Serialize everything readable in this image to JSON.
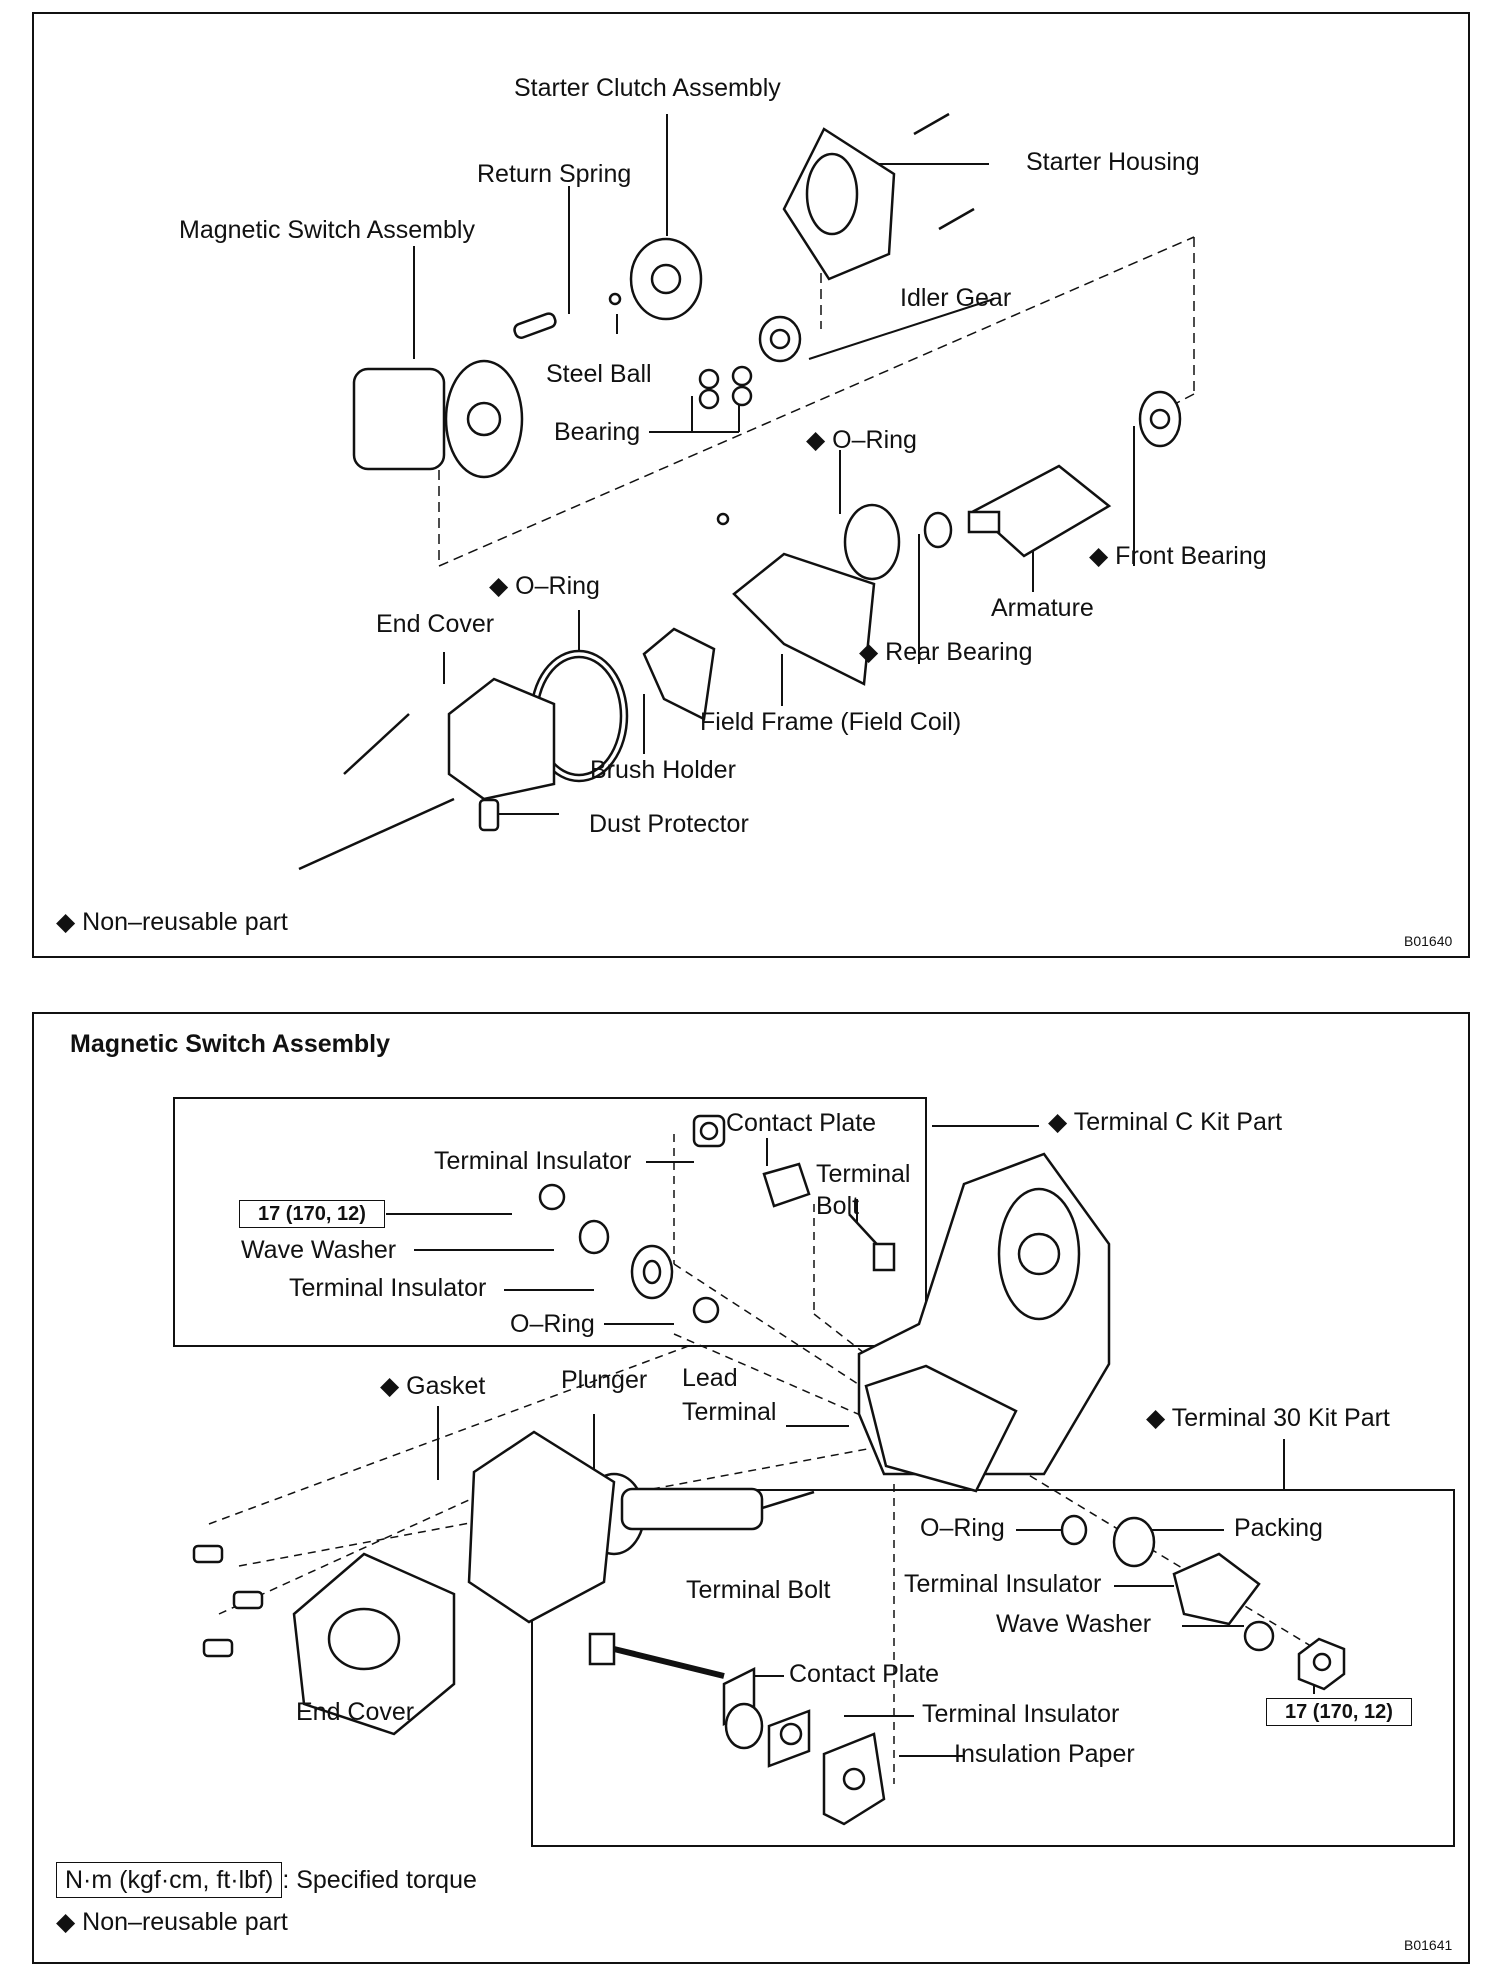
{
  "diagram1": {
    "code": "B01640",
    "labels": {
      "starter_clutch_assembly": "Starter Clutch Assembly",
      "return_spring": "Return Spring",
      "magnetic_switch_assembly": "Magnetic Switch Assembly",
      "starter_housing": "Starter Housing",
      "idler_gear": "Idler Gear",
      "steel_ball": "Steel Ball",
      "bearing": "Bearing",
      "o_ring_top": "O–Ring",
      "front_bearing": "Front Bearing",
      "armature": "Armature",
      "o_ring_left": "O–Ring",
      "end_cover": "End Cover",
      "rear_bearing": "Rear Bearing",
      "field_frame": "Field Frame (Field Coil)",
      "brush_holder": "Brush Holder",
      "dust_protector": "Dust Protector"
    },
    "legend": "Non–reusable part"
  },
  "diagram2": {
    "code": "B01641",
    "title": "Magnetic Switch Assembly",
    "labels": {
      "contact_plate_top": "Contact Plate",
      "terminal_c_kit": "Terminal C Kit Part",
      "terminal_insulator_1": "Terminal Insulator",
      "terminal_bolt_top_1": "Terminal",
      "terminal_bolt_top_2": "Bolt",
      "torque_top": "17 (170, 12)",
      "wave_washer_top": "Wave Washer",
      "terminal_insulator_2": "Terminal Insulator",
      "o_ring_top": "O–Ring",
      "gasket": "Gasket",
      "plunger": "Plunger",
      "lead_terminal_1": "Lead",
      "lead_terminal_2": "Terminal",
      "terminal_30_kit": "Terminal 30 Kit Part",
      "o_ring_right": "O–Ring",
      "packing": "Packing",
      "terminal_bolt_bottom": "Terminal Bolt",
      "terminal_insulator_3": "Terminal Insulator",
      "wave_washer_bottom": "Wave Washer",
      "contact_plate_bottom": "Contact Plate",
      "end_cover": "End Cover",
      "terminal_insulator_4": "Terminal Insulator",
      "insulation_paper": "Insulation Paper",
      "torque_bottom": "17 (170, 12)"
    },
    "torque_unit": "N·m (kgf·cm, ft·lbf)",
    "torque_legend": ": Specified torque",
    "legend": "Non–reusable part"
  }
}
